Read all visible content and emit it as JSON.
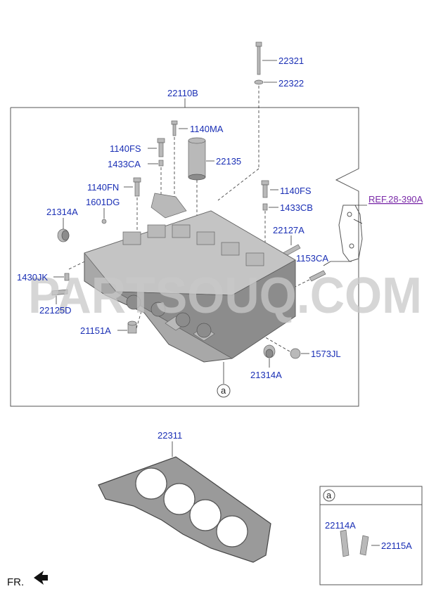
{
  "labels": {
    "p22321": "22321",
    "p22322": "22322",
    "p22110B": "22110B",
    "p1140MA": "1140MA",
    "p1140FS_top": "1140FS",
    "p1433CA_top": "1433CA",
    "p22135": "22135",
    "p1140FN": "1140FN",
    "p1601DG": "1601DG",
    "p21314A_left": "21314A",
    "p1140FS_right": "1140FS",
    "p1433CB": "1433CB",
    "p22127A": "22127A",
    "p1153CA": "1153CA",
    "p1430JK": "1430JK",
    "p22125D": "22125D",
    "p21151A": "21151A",
    "p1573JL": "1573JL",
    "p21314A_bottom": "21314A",
    "callout_a": "a",
    "p22311": "22311",
    "p22114A": "22114A",
    "p22115A": "22115A",
    "detail_a": "a",
    "ref": "REF.28-390A",
    "front": "FR.",
    "watermark": "PARTSOUQ.COM"
  },
  "colors": {
    "part_number": "#1a2fb5",
    "reference": "#7a2aa8",
    "watermark": "#c9c9c9"
  }
}
